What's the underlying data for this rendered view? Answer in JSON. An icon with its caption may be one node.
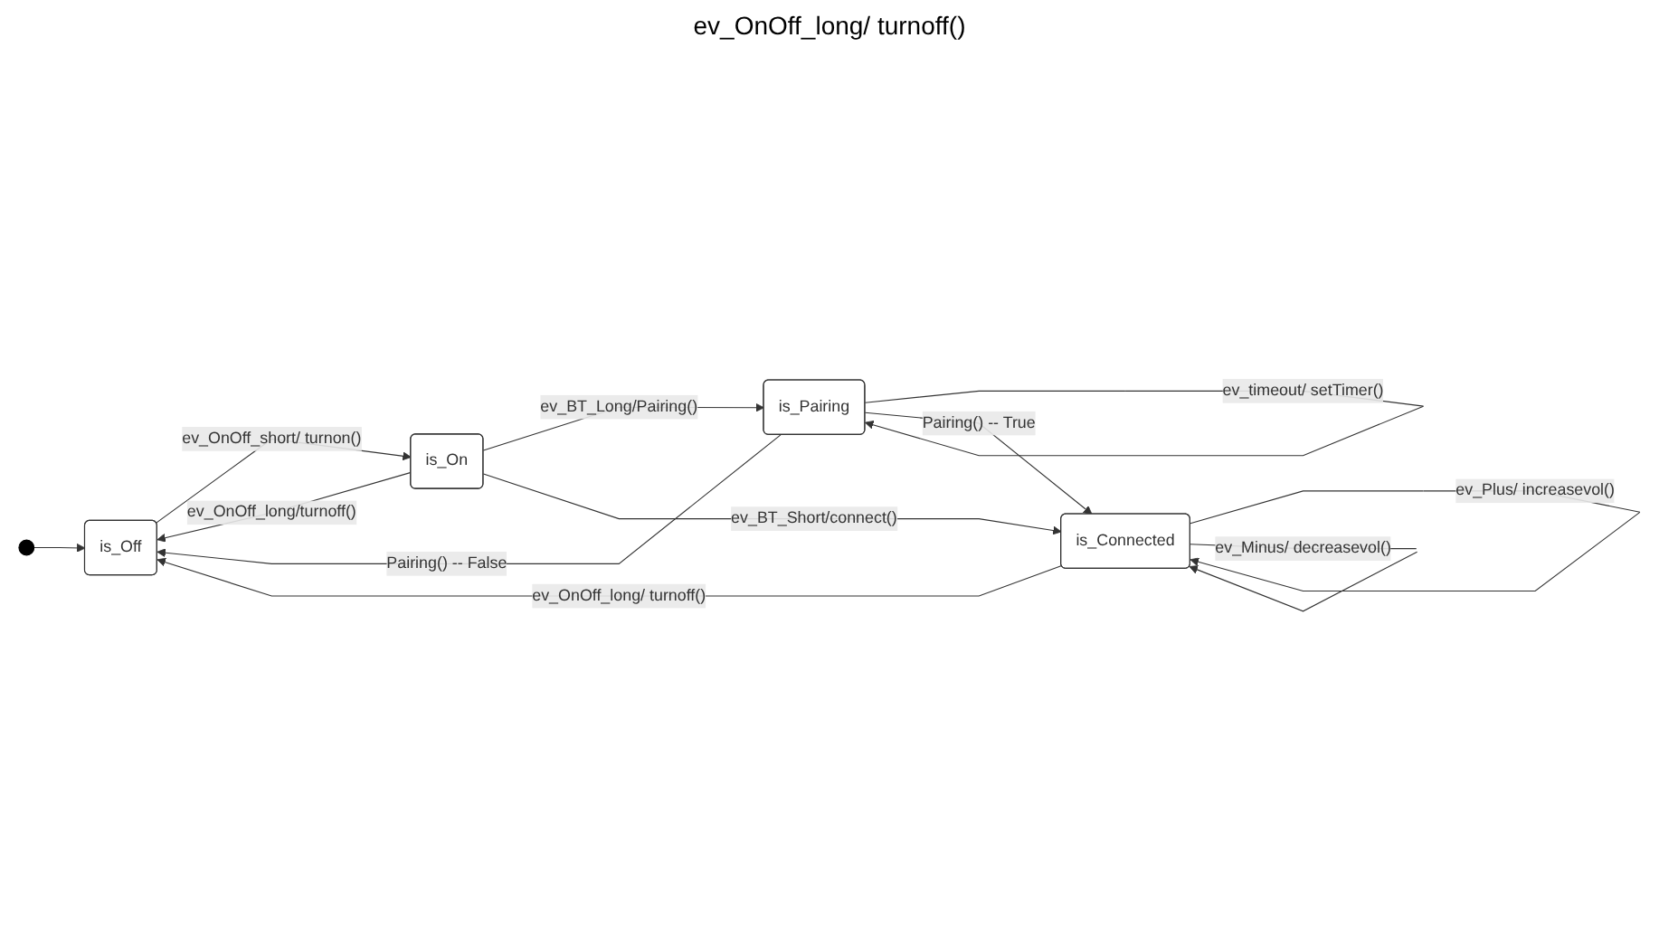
{
  "diagram": {
    "nodes": [
      {
        "text": [],
        "shape": "circle"
      },
      {
        "text": [
          "is_Off"
        ]
      },
      {
        "text": [
          "is_On"
        ]
      },
      {
        "text": [
          "is_Pairing"
        ]
      },
      {
        "text": [
          "is_Connected"
        ]
      }
    ],
    "edges": [
      {
        "from": 0,
        "to": 1,
        "arrow": "to"
      },
      {
        "from": 1,
        "to": 2,
        "arrow": "to",
        "label": "ev_OnOff_short/ turnon()"
      },
      {
        "from": 2,
        "to": 1,
        "arrow": "to",
        "label": "ev_OnOff_long/turnoff()"
      },
      {
        "from": 2,
        "to": 3,
        "arrow": "to",
        "label": "ev_BT_Long/Pairing()"
      },
      {
        "from": 3,
        "to": 1,
        "arrow": "to",
        "label": "Pairing() -- False"
      },
      {
        "from": 3,
        "to": 3,
        "arrow": "to",
        "label": "ev_timeout/ setTimer()"
      },
      {
        "from": 2,
        "to": 4,
        "arrow": "to",
        "label": "ev_BT_Short/connect()"
      },
      {
        "from": 4,
        "to": 1,
        "arrow": "to",
        "label": "ev_OnOff_long/ turnoff()"
      },
      {
        "from": 3,
        "to": 4,
        "arrow": "to",
        "label": "Pairing() -- True"
      },
      {
        "from": 4,
        "to": 4,
        "arrow": "to",
        "label": "ev_Plus/ increasevol()"
      },
      {
        "from": 4,
        "to": 4,
        "arrow": "to",
        "label": "ev_Minus/ decreasevol()"
      }
    ],
    "labels": [
      "ev_OnOff_long/ turnoff()"
    ]
  }
}
